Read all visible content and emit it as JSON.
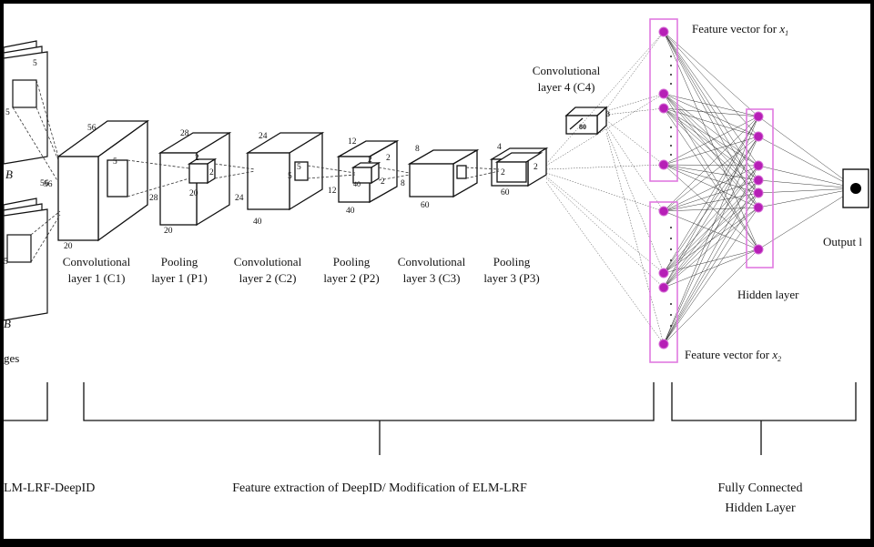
{
  "inputs": {
    "top_dims": {
      "a": "5",
      "b": "5",
      "c": "56"
    },
    "bottom_dims": {
      "a": "5"
    },
    "ch_top": "B",
    "ch_bottom": "B",
    "caption": "ges"
  },
  "layers": {
    "c1": {
      "label1": "Convolutional",
      "label2": "layer 1 (C1)",
      "d_top": "56",
      "d_side": "56",
      "d_bottom": "20",
      "k": "5"
    },
    "p1": {
      "label1": "Pooling",
      "label2": "layer 1 (P1)",
      "d_top": "28",
      "d_side": "28",
      "d_bottom": "20",
      "k1": "2",
      "k2": "2",
      "k3": "20"
    },
    "c2": {
      "label1": "Convolutional",
      "label2": "layer 2 (C2)",
      "d_top": "24",
      "d_side": "24",
      "d_bottom": "40",
      "k1": "5",
      "k2": "5"
    },
    "p2": {
      "label1": "Pooling",
      "label2": "layer 2 (P2)",
      "d_top": "12",
      "d_side": "12",
      "d_bottom": "40",
      "k1": "2",
      "k2": "2",
      "k3": "2",
      "k4": "40"
    },
    "c3": {
      "label1": "Convolutional",
      "label2": "layer 3 (C3)",
      "d_top": "8",
      "d_side": "8",
      "d_bottom": "60"
    },
    "p3": {
      "label1": "Pooling",
      "label2": "layer 3 (P3)",
      "d_top": "4",
      "d_bottom": "60",
      "k1": "2",
      "k2": "2"
    },
    "c4": {
      "label1": "Convolutional",
      "label2": "layer 4 (C4)",
      "d_a": "80",
      "d_b": "3"
    }
  },
  "fc": {
    "feature_x1_prefix": "Feature vector for ",
    "feature_x1_var": "x",
    "feature_x1_sub": "1",
    "feature_x2_prefix": "Feature vector for ",
    "feature_x2_var": "x",
    "feature_x2_sub": "2",
    "hidden_label": "Hidden layer",
    "output_label": "Output l"
  },
  "brackets": {
    "left": "LM-LRF-DeepID",
    "middle": "Feature extraction of DeepID/ Modification of ELM-LRF",
    "right_line1": "Fully Connected",
    "right_line2": "Hidden Layer"
  },
  "colors": {
    "neuron": "#b61fb6",
    "neuron_border": "#d66cd6",
    "box": "#e07ae0"
  }
}
